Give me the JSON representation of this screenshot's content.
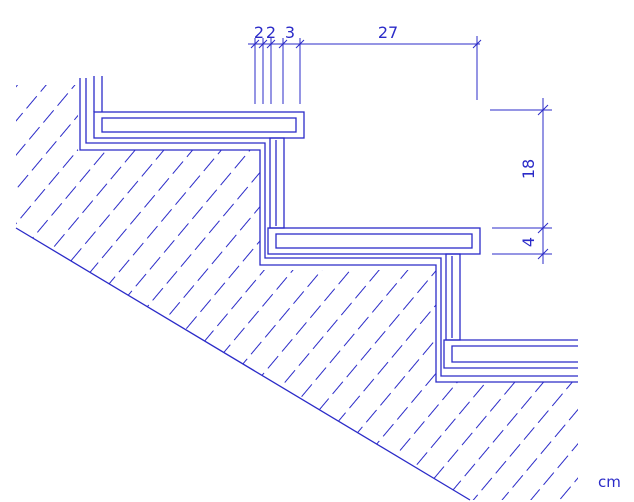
{
  "diagram": {
    "unit": "cm",
    "dimensions": {
      "d1": "2",
      "d2": "2",
      "d3": "3",
      "tread_depth": "27",
      "riser_height": "18",
      "tread_thickness": "4"
    }
  },
  "colors": {
    "line": "#2b2bc8",
    "background": "#ffffff"
  }
}
